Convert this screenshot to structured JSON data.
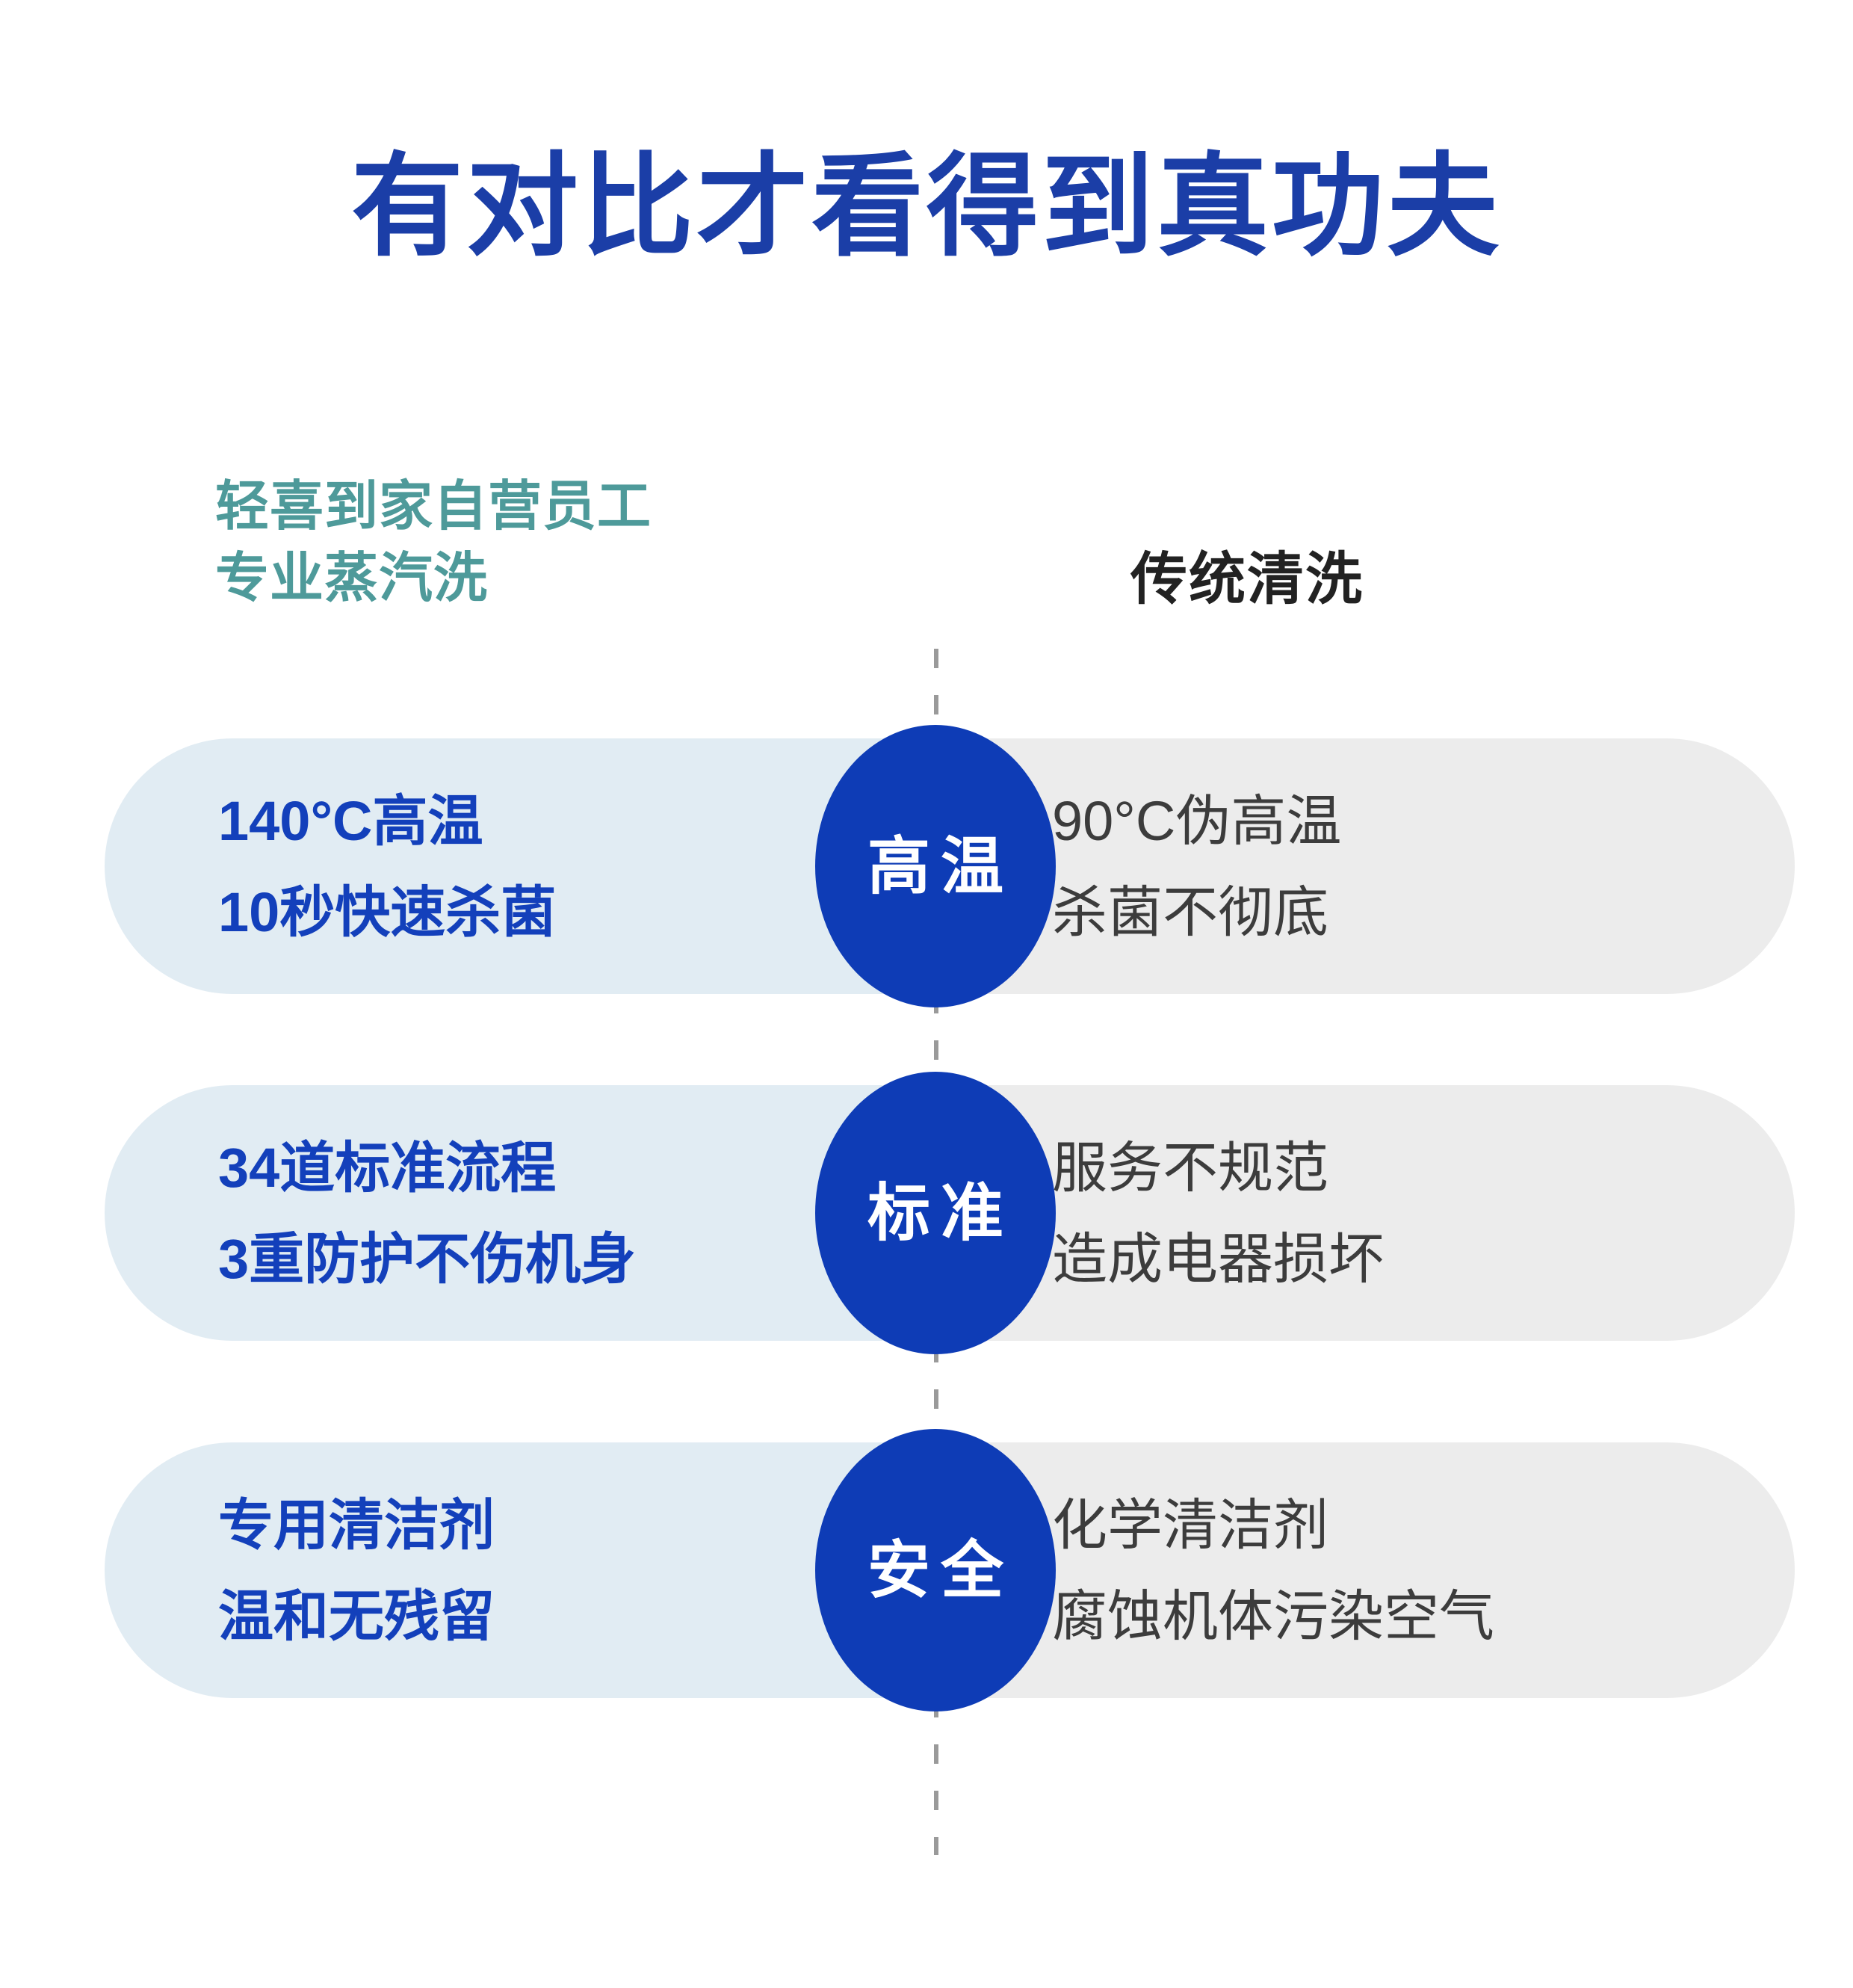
{
  "headline": "有对比才看得到真功夫",
  "colors": {
    "headline_blue": "#1b3ea7",
    "left_header_teal": "#4e9a9a",
    "right_header_dark": "#222222",
    "badge_blue": "#0e3cb6",
    "left_capsule_bg": "#e1ecf3",
    "right_capsule_bg": "#ececec",
    "left_text_blue": "#1340bb",
    "right_text_gray": "#3c3c3c",
    "divider_gray": "#9a9a9a"
  },
  "columns": {
    "left_header_line1": "轻喜到家自营员工",
    "left_header_line2": "专业蒸汽洗",
    "right_header": "传统清洗"
  },
  "rows": [
    {
      "badge": "高温",
      "left_line1": "140°C高温",
      "left_line2": "10秒快速杀菌",
      "right_line1": "90°C伪高温",
      "right_line2": "杀菌不彻底"
    },
    {
      "badge": "标准",
      "left_line1": "34道标准流程",
      "left_line2": "3重防护不伤机身",
      "right_line1": "服务不规范",
      "right_line2": "造成电器损坏"
    },
    {
      "badge": "安全",
      "left_line1": "专用清洁剂",
      "left_line2": "温和无残留",
      "right_line1": "化学清洁剂",
      "right_line2": "腐蚀机体污染空气"
    }
  ]
}
